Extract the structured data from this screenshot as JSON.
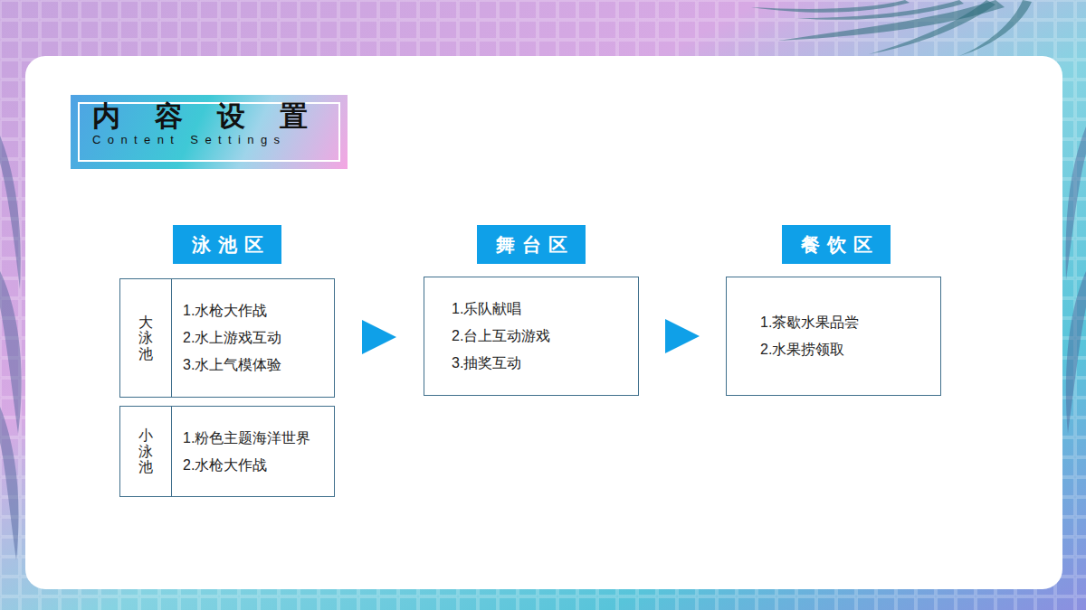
{
  "diagram": {
    "title": "内容设置",
    "nodes": [
      {
        "text": [
          "泳池区"
        ]
      },
      {
        "text": [
          "大泳池",
          "1.水枪大作战",
          "2.水上游戏互动",
          "3.水上气模体验"
        ]
      },
      {
        "text": [
          "小泳池",
          "1.粉色主题海洋世界",
          "2.水枪大作战"
        ]
      },
      {
        "text": [
          "舞台区"
        ]
      },
      {
        "text": [
          "1.乐队献唱",
          "2.台上互动游戏",
          "3.抽奖互动"
        ]
      },
      {
        "text": [
          "餐饮区"
        ]
      },
      {
        "text": [
          "1.茶歇水果品尝",
          "2.水果捞领取"
        ]
      }
    ],
    "edges": [
      {
        "from": 1,
        "to": 4,
        "arrow": "to"
      },
      {
        "from": 4,
        "to": 6,
        "arrow": "to"
      }
    ],
    "labels": [
      "Content Settings"
    ]
  }
}
